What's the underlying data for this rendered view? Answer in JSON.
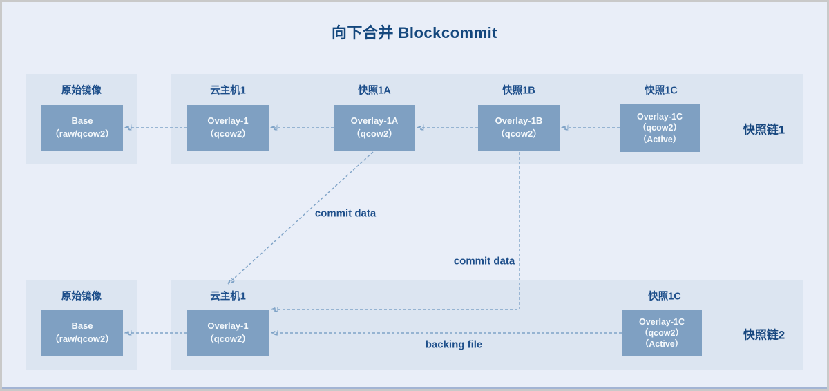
{
  "title": "向下合并 Blockcommit",
  "chain1": {
    "name": "快照链1",
    "origin": {
      "label": "原始镜像",
      "box_line1": "Base",
      "box_line2": "（raw/qcow2）"
    },
    "host": {
      "label": "云主机1",
      "box_line1": "Overlay-1",
      "box_line2": "（qcow2）"
    },
    "snap1a": {
      "label": "快照1A",
      "box_line1": "Overlay-1A",
      "box_line2": "（qcow2）"
    },
    "snap1b": {
      "label": "快照1B",
      "box_line1": "Overlay-1B",
      "box_line2": "（qcow2）"
    },
    "snap1c": {
      "label": "快照1C",
      "box_line1": "Overlay-1C",
      "box_line2": "（qcow2）",
      "box_line3": "（Active）"
    }
  },
  "chain2": {
    "name": "快照链2",
    "origin": {
      "label": "原始镜像",
      "box_line1": "Base",
      "box_line2": "（raw/qcow2）"
    },
    "host": {
      "label": "云主机1",
      "box_line1": "Overlay-1",
      "box_line2": "（qcow2）"
    },
    "snap1c": {
      "label": "快照1C",
      "box_line1": "Overlay-1C",
      "box_line2": "（qcow2）",
      "box_line3": "（Active）"
    }
  },
  "annotations": {
    "commit_data_top": "commit data",
    "commit_data_bottom": "commit data",
    "backing_file": "backing file"
  },
  "colors": {
    "canvas": "#e9eef8",
    "panel": "#dce5f1",
    "node_box": "#7fa0c2",
    "node_text": "#f5f9fc",
    "label_text": "#1d4e8a",
    "arrow": "#7fa3c7",
    "frame": "#c9c9c9"
  }
}
